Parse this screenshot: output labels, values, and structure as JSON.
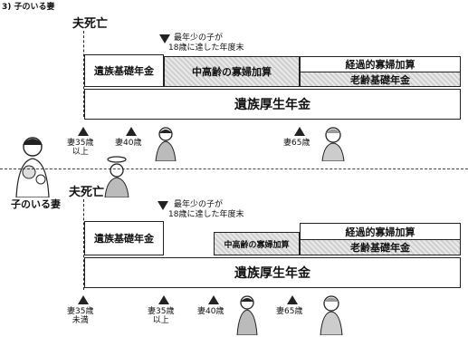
{
  "header": {
    "caption": "3) 子のいる妻"
  },
  "wife_label": "子のいる妻",
  "panel_top": {
    "death_label": "夫死亡",
    "marker_note_line1": "最年少の子が",
    "marker_note_line2": "18歳に達した年度末",
    "box_kiso": "遺族基礎年金",
    "box_chukorei": "中高齢の寡婦加算",
    "box_keika": "経過的寡婦加算",
    "box_rorei": "老齢基礎年金",
    "box_kosei": "遺族厚生年金",
    "ages": [
      {
        "line1": "妻35歳",
        "line2": "以上"
      },
      {
        "line1": "妻40歳",
        "line2": ""
      },
      {
        "line1": "妻65歳",
        "line2": ""
      }
    ]
  },
  "panel_bottom": {
    "death_label": "夫死亡",
    "marker_note_line1": "最年少の子が",
    "marker_note_line2": "18歳に達した年度末",
    "box_kiso": "遺族基礎年金",
    "box_chukorei": "中高齢の寡婦加算",
    "box_keika": "経過的寡婦加算",
    "box_rorei": "老齢基礎年金",
    "box_kosei": "遺族厚生年金",
    "ages": [
      {
        "line1": "妻35歳",
        "line2": "未満"
      },
      {
        "line1": "妻35歳",
        "line2": "以上"
      },
      {
        "line1": "妻40歳",
        "line2": ""
      },
      {
        "line1": "妻65歳",
        "line2": ""
      }
    ]
  }
}
